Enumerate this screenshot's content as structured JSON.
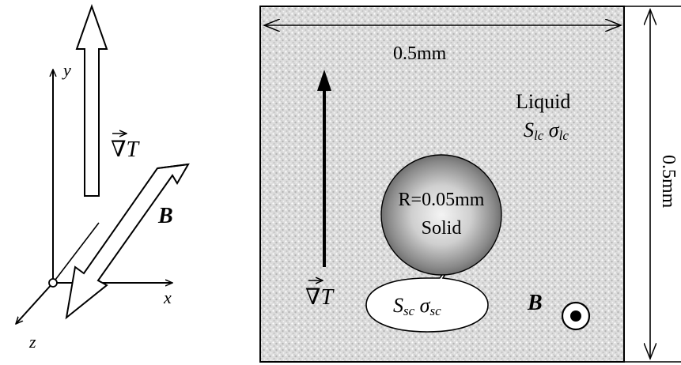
{
  "axes": {
    "x_label": "x",
    "y_label": "y",
    "z_label": "z",
    "grad_t_label": "∇T",
    "b_label": "B"
  },
  "domain": {
    "width_label": "0.5mm",
    "height_label": "0.5mm",
    "liquid_label": "Liquid",
    "liquid_S": "S",
    "liquid_S_sub": "lc",
    "liquid_sigma": "σ",
    "liquid_sigma_sub": "lc",
    "particle_radius_label": "R=0.05mm",
    "solid_label": "Solid",
    "solid_S": "S",
    "solid_S_sub": "sc",
    "solid_sigma": "σ",
    "solid_sigma_sub": "sc",
    "grad_t_label": "∇T",
    "b_label": "B"
  },
  "colors": {
    "background": "#ffffff",
    "stroke": "#000000",
    "liquid_fill": "#d9d9d9",
    "liquid_speckle": "#b0b0b0"
  }
}
